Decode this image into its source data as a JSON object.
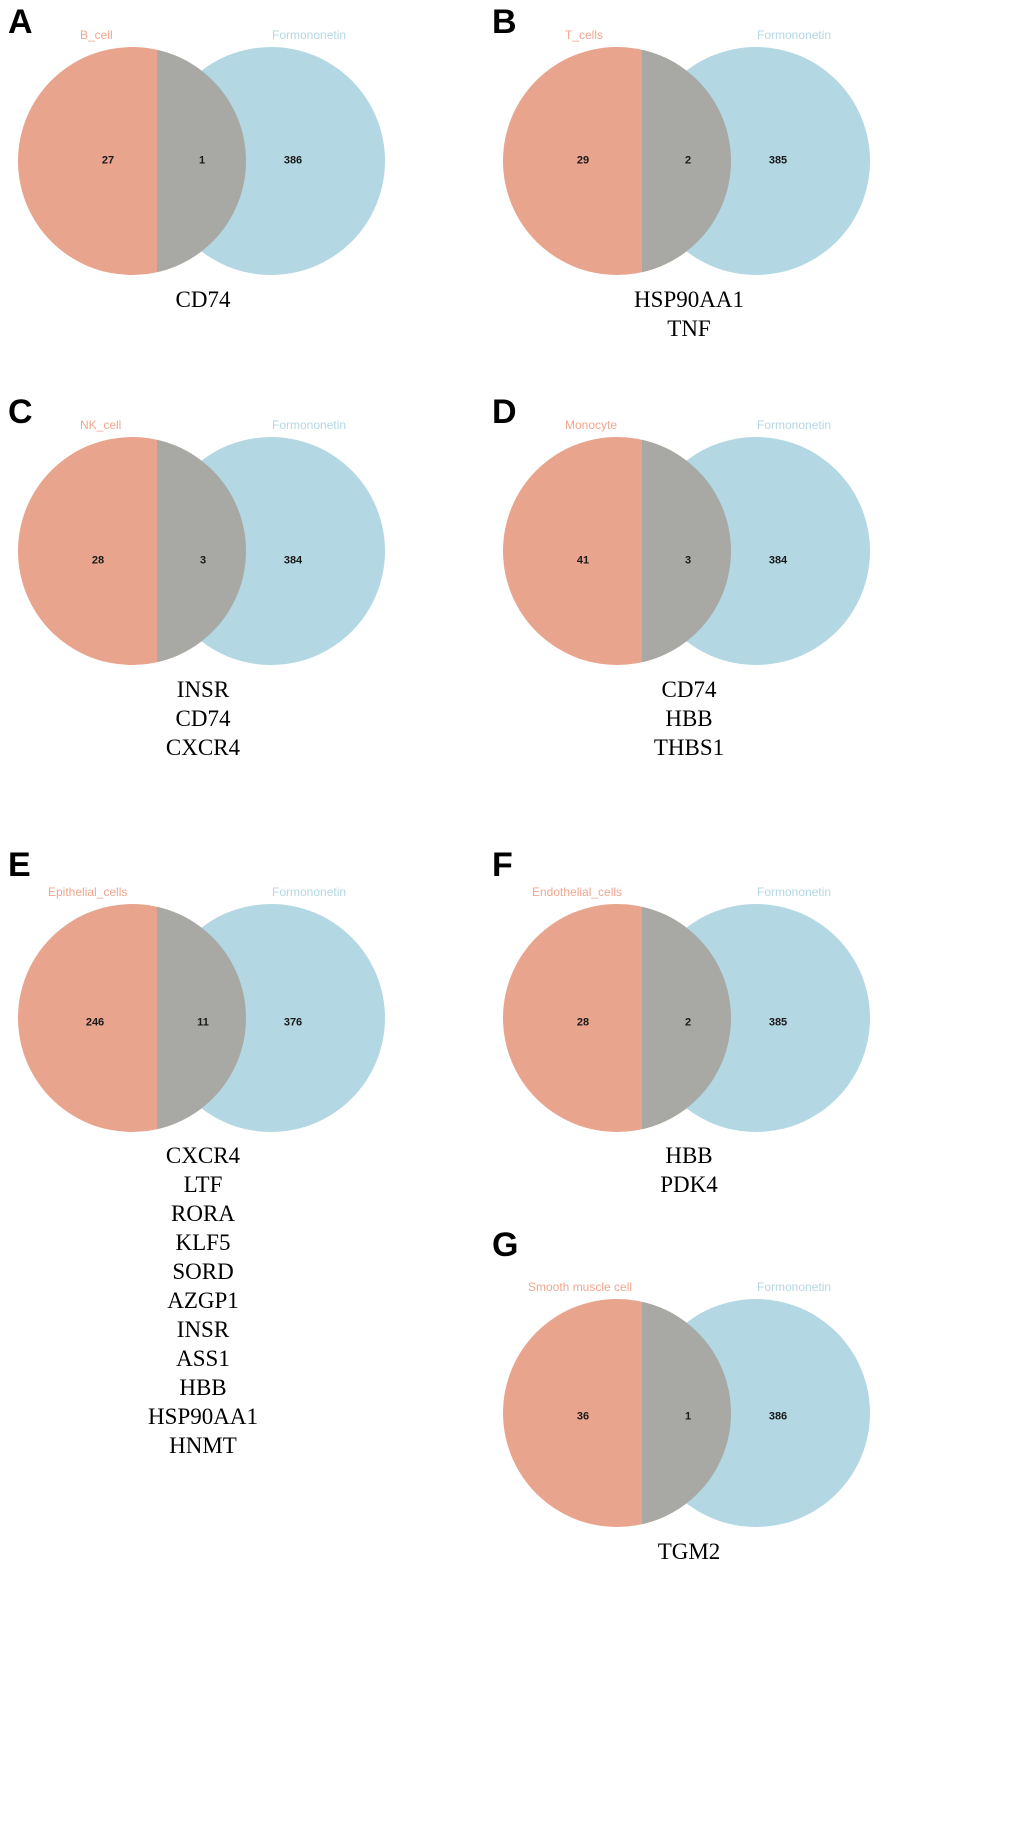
{
  "figure": {
    "type": "venn-panel-grid",
    "panel_count": 7,
    "colors": {
      "left_fill": "#e8a48c",
      "right_fill": "#b3d7e3",
      "overlap_fill": "#a8a9a4",
      "left_label": "#f0a68e",
      "right_label": "#b3d7e3",
      "count_text": "#1a1a1a",
      "gene_text": "#000000",
      "background": "#ffffff"
    },
    "right_set_name": "Formononetin"
  },
  "chart_data": {
    "type": "venn",
    "title": "",
    "panels": [
      {
        "letter": "A",
        "left_label": "B_cell",
        "right_label": "Formononetin",
        "left_only": "27",
        "intersection": "1",
        "right_only": "386",
        "genes": [
          "CD74"
        ]
      },
      {
        "letter": "B",
        "left_label": "T_cells",
        "right_label": "Formononetin",
        "left_only": "29",
        "intersection": "2",
        "right_only": "385",
        "genes": [
          "HSP90AA1",
          "TNF"
        ]
      },
      {
        "letter": "C",
        "left_label": "NK_cell",
        "right_label": "Formononetin",
        "left_only": "28",
        "intersection": "3",
        "right_only": "384",
        "genes": [
          "INSR",
          "CD74",
          "CXCR4"
        ]
      },
      {
        "letter": "D",
        "left_label": "Monocyte",
        "right_label": "Formononetin",
        "left_only": "41",
        "intersection": "3",
        "right_only": "384",
        "genes": [
          "CD74",
          "HBB",
          "THBS1"
        ]
      },
      {
        "letter": "E",
        "left_label": "Epithelial_cells",
        "right_label": "Formononetin",
        "left_only": "246",
        "intersection": "11",
        "right_only": "376",
        "genes": [
          "CXCR4",
          "LTF",
          "RORA",
          "KLF5",
          "SORD",
          "AZGP1",
          "INSR",
          "ASS1",
          "HBB",
          "HSP90AA1",
          "HNMT"
        ]
      },
      {
        "letter": "F",
        "left_label": "Endothelial_cells",
        "right_label": "Formononetin",
        "left_only": "28",
        "intersection": "2",
        "right_only": "385",
        "genes": [
          "HBB",
          "PDK4"
        ]
      },
      {
        "letter": "G",
        "left_label": "Smooth muscle cell",
        "right_label": "Formononetin",
        "left_only": "36",
        "intersection": "1",
        "right_only": "386",
        "genes": [
          "TGM2"
        ]
      }
    ]
  }
}
